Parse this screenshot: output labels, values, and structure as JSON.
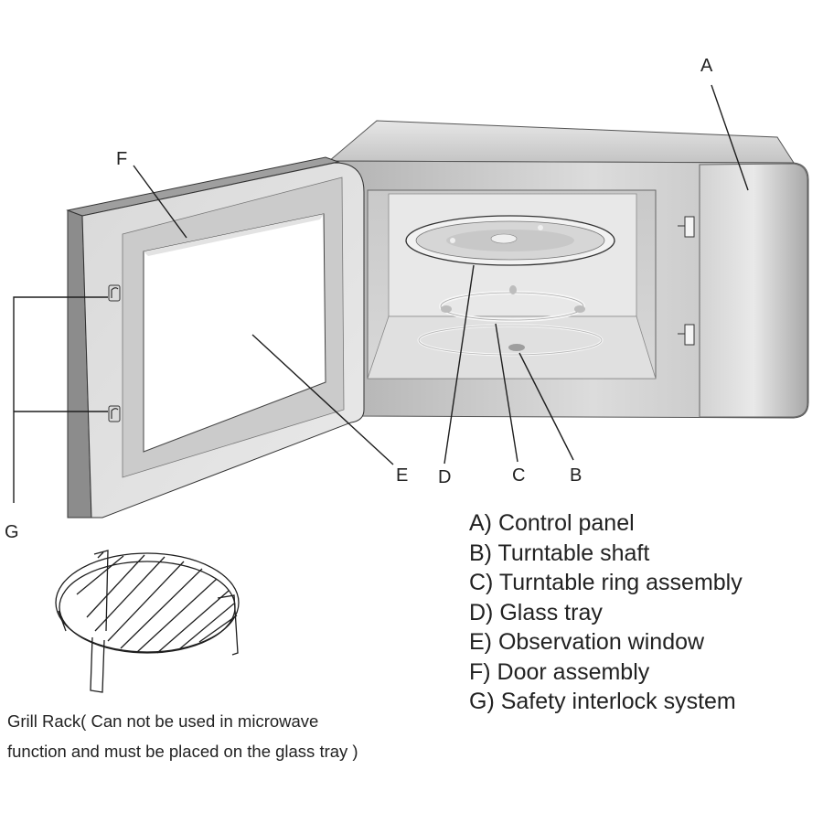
{
  "callouts": {
    "a": "A",
    "b": "B",
    "c": "C",
    "d": "D",
    "e": "E",
    "f": "F",
    "g": "G"
  },
  "legend": [
    "A) Control panel",
    "B) Turntable shaft",
    "C) Turntable ring assembly",
    "D) Glass tray",
    "E) Observation window",
    "F) Door assembly",
    "G) Safety interlock system"
  ],
  "caption": {
    "line1": "Grill Rack( Can not be used in microwave",
    "line2": "function and must be placed on the glass tray )"
  },
  "colors": {
    "body_light": "#dcdcdc",
    "body_dark": "#9a9a9a",
    "door_edge": "#8c8c8c",
    "outline": "#1e1e1e"
  }
}
